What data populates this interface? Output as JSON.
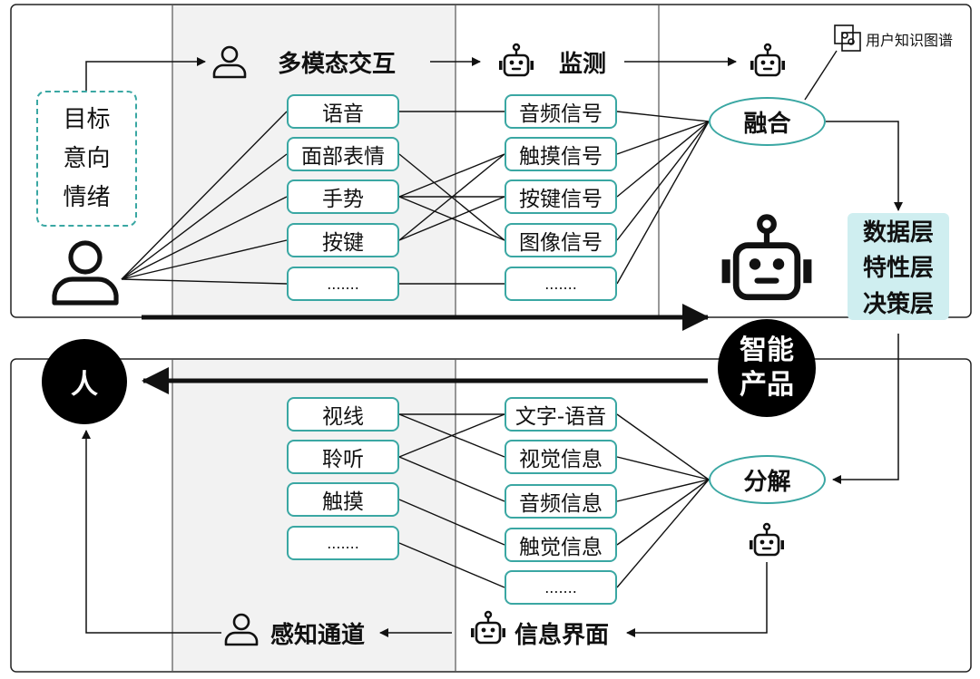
{
  "top": {
    "goal_lines": [
      "目标",
      "意向",
      "情绪"
    ],
    "header_multimodal": "多模态交互",
    "header_monitor": "监测",
    "inputs": [
      "语音",
      "面部表情",
      "手势",
      "按键",
      "......."
    ],
    "signals": [
      "音频信号",
      "触摸信号",
      "按键信号",
      "图像信号",
      "......."
    ],
    "fusion": "融合",
    "knowledge_graph": "用户知识图谱",
    "layers": [
      "数据层",
      "特性层",
      "决策层"
    ]
  },
  "middle": {
    "person": "人",
    "product_lines": [
      "智能",
      "产品"
    ]
  },
  "bottom": {
    "channels": [
      "视线",
      "聆听",
      "触摸",
      "......."
    ],
    "outputs": [
      "文字-语音",
      "视觉信息",
      "音频信息",
      "触觉信息",
      "......."
    ],
    "decompose": "分解",
    "header_interface": "信息界面",
    "header_perception": "感知通道"
  },
  "colors": {
    "accent": "#3aa7a3",
    "layer_fill": "#cfeef0",
    "panel_shade": "#f2f2f2"
  }
}
